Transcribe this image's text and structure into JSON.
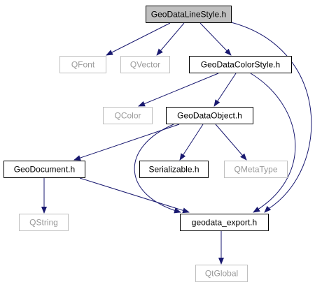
{
  "diagram": {
    "nodes": [
      {
        "id": "root",
        "label": "GeoDataLineStyle.h",
        "kind": "root"
      },
      {
        "id": "qfont",
        "label": "QFont",
        "kind": "external"
      },
      {
        "id": "qvector",
        "label": "QVector",
        "kind": "external"
      },
      {
        "id": "colorstyle",
        "label": "GeoDataColorStyle.h",
        "kind": "file"
      },
      {
        "id": "qcolor",
        "label": "QColor",
        "kind": "external"
      },
      {
        "id": "object",
        "label": "GeoDataObject.h",
        "kind": "file"
      },
      {
        "id": "document",
        "label": "GeoDocument.h",
        "kind": "file"
      },
      {
        "id": "serializable",
        "label": "Serializable.h",
        "kind": "file"
      },
      {
        "id": "qmetatype",
        "label": "QMetaType",
        "kind": "external"
      },
      {
        "id": "qstring",
        "label": "QString",
        "kind": "external"
      },
      {
        "id": "export",
        "label": "geodata_export.h",
        "kind": "file"
      },
      {
        "id": "qtglobal",
        "label": "QtGlobal",
        "kind": "external"
      }
    ],
    "edges": [
      {
        "from": "root",
        "to": "qfont"
      },
      {
        "from": "root",
        "to": "qvector"
      },
      {
        "from": "root",
        "to": "colorstyle"
      },
      {
        "from": "root",
        "to": "export"
      },
      {
        "from": "colorstyle",
        "to": "qcolor"
      },
      {
        "from": "colorstyle",
        "to": "object"
      },
      {
        "from": "colorstyle",
        "to": "export"
      },
      {
        "from": "object",
        "to": "document"
      },
      {
        "from": "object",
        "to": "serializable"
      },
      {
        "from": "object",
        "to": "qmetatype"
      },
      {
        "from": "object",
        "to": "export"
      },
      {
        "from": "document",
        "to": "qstring"
      },
      {
        "from": "document",
        "to": "export"
      },
      {
        "from": "export",
        "to": "qtglobal"
      }
    ]
  },
  "colors": {
    "edge": "#191970",
    "root_fill": "#bfbfbf",
    "file_border": "#000000",
    "external_border": "#bfbfbf",
    "external_text": "#9a9a9a"
  }
}
